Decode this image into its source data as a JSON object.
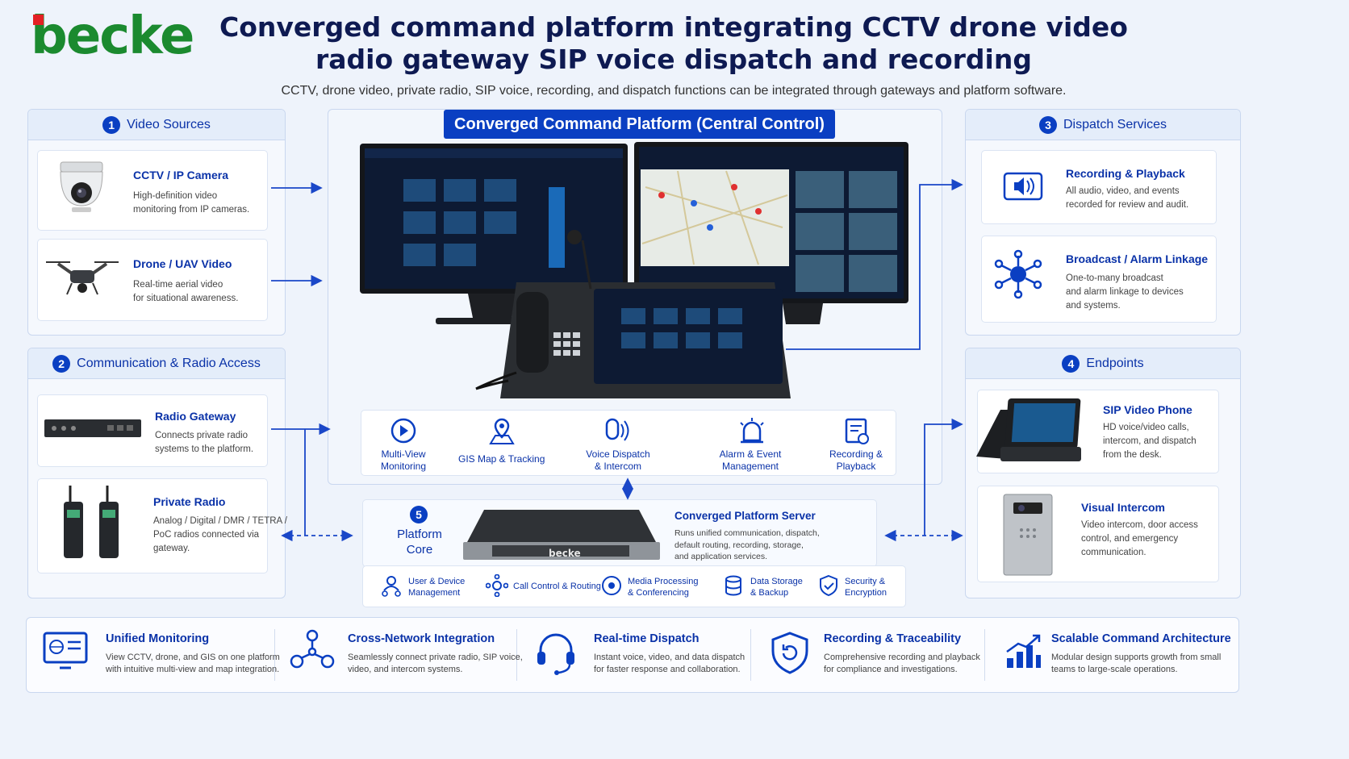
{
  "brand": {
    "logo_text": "becke"
  },
  "header": {
    "title_line1": "Converged command platform integrating CCTV drone video",
    "title_line2": "radio gateway SIP voice dispatch and recording",
    "subtitle": "CCTV, drone video, private radio, SIP voice, recording, and dispatch functions can be integrated through gateways and platform software."
  },
  "sections": {
    "video_sources": {
      "num": "1",
      "title": "Video Sources",
      "cards": [
        {
          "title": "CCTV / IP Camera",
          "desc": "High-definition video\nmonitoring from IP cameras."
        },
        {
          "title": "Drone / UAV Video",
          "desc": "Real-time aerial video\nfor situational awareness."
        }
      ]
    },
    "comm_radio": {
      "num": "2",
      "title": "Communication & Radio Access",
      "cards": [
        {
          "title": "Radio Gateway",
          "desc": "Connects private radio\nsystems to the platform."
        },
        {
          "title": "Private Radio",
          "desc": "Analog / Digital / DMR / TETRA /\nPoC radios connected via\ngateway."
        }
      ]
    },
    "dispatch": {
      "num": "3",
      "title": "Dispatch Services",
      "cards": [
        {
          "title": "Recording & Playback",
          "desc": "All audio, video, and events\nrecorded for review and audit."
        },
        {
          "title": "Broadcast / Alarm Linkage",
          "desc": "One-to-many broadcast\nand alarm linkage to devices\nand systems."
        }
      ]
    },
    "endpoints": {
      "num": "4",
      "title": "Endpoints",
      "cards": [
        {
          "title": "SIP Video Phone",
          "desc": "HD voice/video calls,\nintercom, and dispatch\nfrom the desk."
        },
        {
          "title": "Visual Intercom",
          "desc": "Video intercom, door access\ncontrol, and emergency\ncommunication."
        }
      ]
    }
  },
  "central": {
    "title": "Converged Command Platform (Central Control)",
    "functions": [
      {
        "label": "Multi-View\nMonitoring"
      },
      {
        "label": "GIS Map & Tracking"
      },
      {
        "label": "Voice Dispatch\n& Intercom"
      },
      {
        "label": "Alarm & Event\nManagement"
      },
      {
        "label": "Recording &\nPlayback"
      }
    ]
  },
  "platform_core": {
    "num": "5",
    "title": "Platform\nCore",
    "server_brand": "becke",
    "server_title": "Converged Platform Server",
    "server_desc": "Runs unified communication, dispatch,\ndefault routing, recording, storage,\nand application services.",
    "modules": [
      {
        "label": "User & Device\nManagement"
      },
      {
        "label": "Call Control & Routing"
      },
      {
        "label": "Media Processing\n& Conferencing"
      },
      {
        "label": "Data Storage\n& Backup"
      },
      {
        "label": "Security &\nEncryption"
      }
    ]
  },
  "benefits": [
    {
      "title": "Unified Monitoring",
      "desc": "View CCTV, drone, and GIS on one platform\nwith intuitive multi-view and map integration."
    },
    {
      "title": "Cross-Network Integration",
      "desc": "Seamlessly connect private radio, SIP voice,\nvideo, and intercom systems."
    },
    {
      "title": "Real-time Dispatch",
      "desc": "Instant voice, video, and data dispatch\nfor faster response and collaboration."
    },
    {
      "title": "Recording & Traceability",
      "desc": "Comprehensive recording and playback\nfor compliance and investigations."
    },
    {
      "title": "Scalable Command Architecture",
      "desc": "Modular design supports growth from small\nteams to large-scale operations."
    }
  ],
  "colors": {
    "accent": "#0a3fc2",
    "brand_green": "#1b8a2f",
    "brand_red": "#e32024",
    "screen": "#0d1a33"
  }
}
